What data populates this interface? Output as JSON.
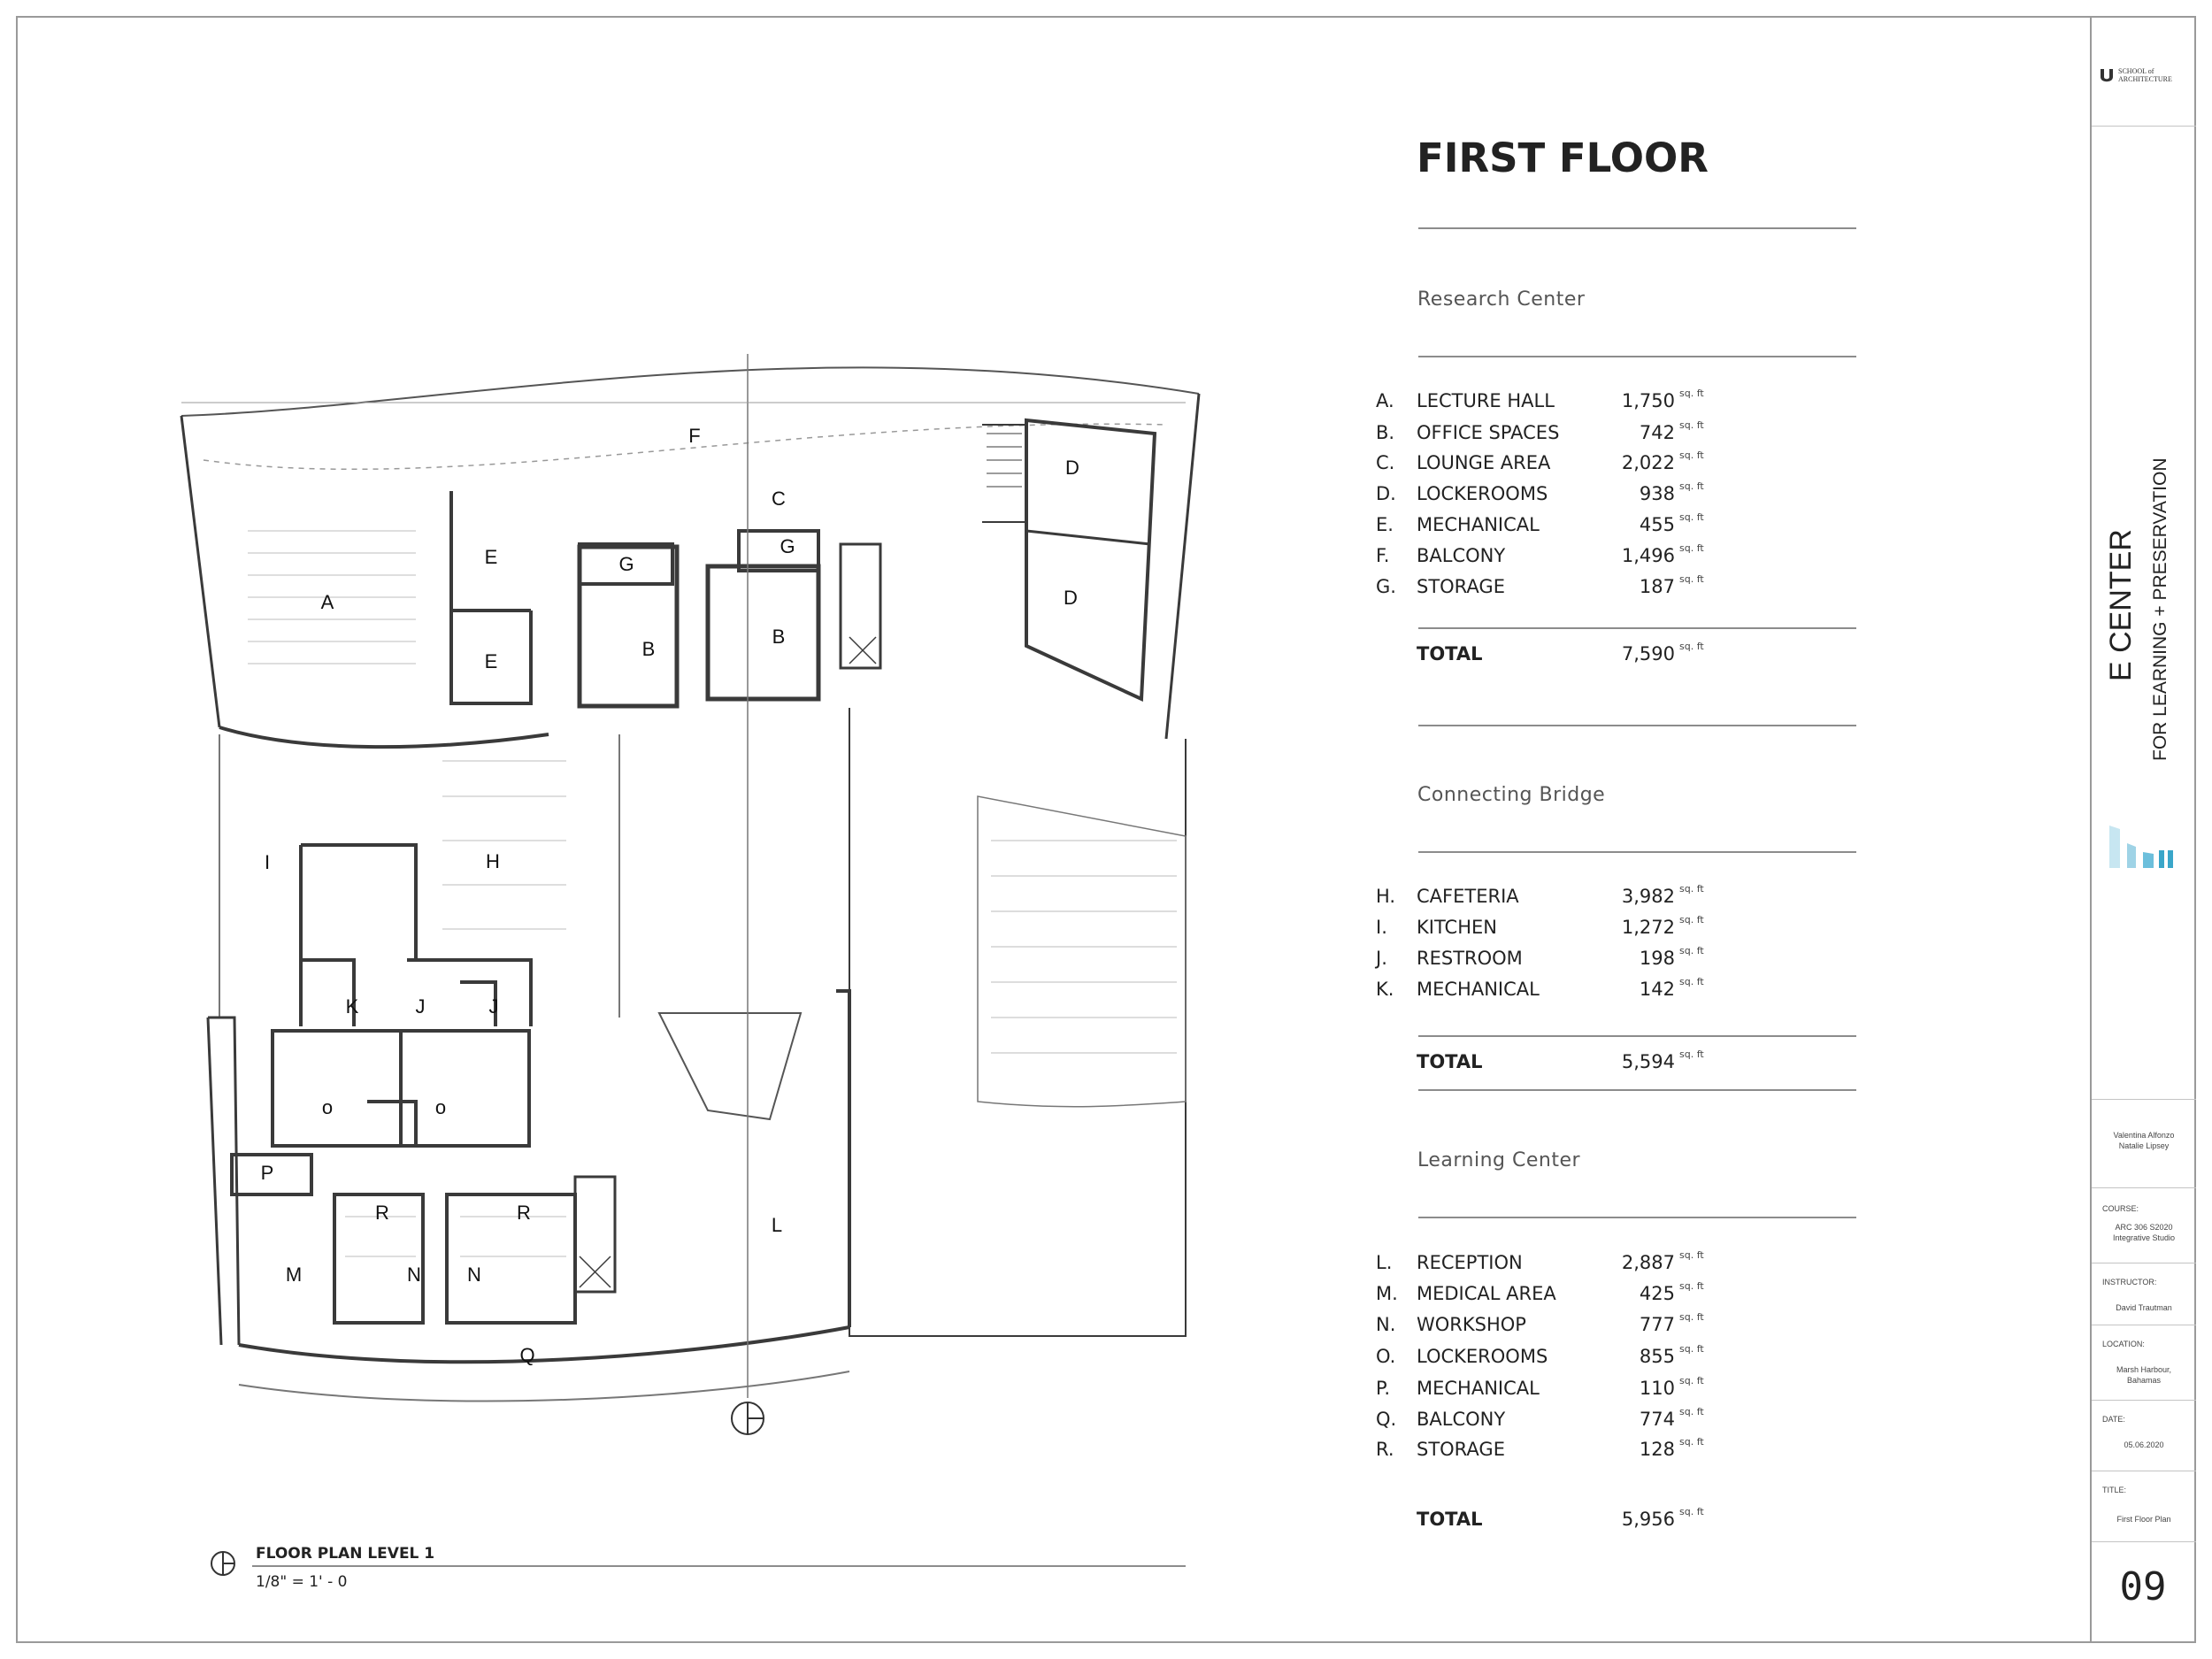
{
  "sheet": {
    "title": "FIRST FLOOR",
    "caption": {
      "title": "FLOOR PLAN  LEVEL 1",
      "scale": "1/8\" = 1' - 0"
    },
    "sheet_number": "09"
  },
  "plan_labels": [
    {
      "text": "A"
    },
    {
      "text": "E"
    },
    {
      "text": "E"
    },
    {
      "text": "F"
    },
    {
      "text": "C"
    },
    {
      "text": "G"
    },
    {
      "text": "G"
    },
    {
      "text": "B"
    },
    {
      "text": "B"
    },
    {
      "text": "D"
    },
    {
      "text": "D"
    },
    {
      "text": "I"
    },
    {
      "text": "H"
    },
    {
      "text": "K"
    },
    {
      "text": "J"
    },
    {
      "text": "J"
    },
    {
      "text": "o"
    },
    {
      "text": "o"
    },
    {
      "text": "P"
    },
    {
      "text": "R"
    },
    {
      "text": "R"
    },
    {
      "text": "M"
    },
    {
      "text": "N"
    },
    {
      "text": "N"
    },
    {
      "text": "L"
    },
    {
      "text": "Q"
    }
  ],
  "schedule": [
    {
      "heading": "Research Center",
      "rows": [
        {
          "letter": "A.",
          "name": "LECTURE HALL",
          "area": "1,750",
          "unit": "sq. ft"
        },
        {
          "letter": "B.",
          "name": "OFFICE SPACES",
          "area": "742",
          "unit": "sq. ft"
        },
        {
          "letter": "C.",
          "name": "LOUNGE AREA",
          "area": "2,022",
          "unit": "sq. ft"
        },
        {
          "letter": "D.",
          "name": "LOCKEROOMS",
          "area": "938",
          "unit": "sq. ft"
        },
        {
          "letter": "E.",
          "name": "MECHANICAL",
          "area": "455",
          "unit": "sq. ft"
        },
        {
          "letter": "F.",
          "name": "BALCONY",
          "area": "1,496",
          "unit": "sq. ft"
        },
        {
          "letter": "G.",
          "name": "STORAGE",
          "area": "187",
          "unit": "sq. ft"
        }
      ],
      "total": {
        "name": "TOTAL",
        "area": "7,590",
        "unit": "sq. ft"
      }
    },
    {
      "heading": "Connecting Bridge",
      "rows": [
        {
          "letter": "H.",
          "name": "CAFETERIA",
          "area": "3,982",
          "unit": "sq. ft"
        },
        {
          "letter": "I.",
          "name": "KITCHEN",
          "area": "1,272",
          "unit": "sq. ft"
        },
        {
          "letter": "J.",
          "name": "RESTROOM",
          "area": "198",
          "unit": "sq. ft"
        },
        {
          "letter": "K.",
          "name": "MECHANICAL",
          "area": "142",
          "unit": "sq. ft"
        }
      ],
      "total": {
        "name": "TOTAL",
        "area": "5,594",
        "unit": "sq. ft"
      }
    },
    {
      "heading": "Learning Center",
      "rows": [
        {
          "letter": "L.",
          "name": "RECEPTION",
          "area": "2,887",
          "unit": "sq. ft"
        },
        {
          "letter": "M.",
          "name": "MEDICAL AREA",
          "area": "425",
          "unit": "sq. ft"
        },
        {
          "letter": "N.",
          "name": "WORKSHOP",
          "area": "777",
          "unit": "sq. ft"
        },
        {
          "letter": "O.",
          "name": "LOCKEROOMS",
          "area": "855",
          "unit": "sq. ft"
        },
        {
          "letter": "P.",
          "name": "MECHANICAL",
          "area": "110",
          "unit": "sq. ft"
        },
        {
          "letter": "Q.",
          "name": "BALCONY",
          "area": "774",
          "unit": "sq. ft"
        },
        {
          "letter": "R.",
          "name": "STORAGE",
          "area": "128",
          "unit": "sq. ft"
        }
      ],
      "total": {
        "name": "TOTAL",
        "area": "5,956",
        "unit": "sq. ft"
      }
    }
  ],
  "title_block": {
    "school": "SCHOOL of ARCHITECTURE",
    "project_name": "E CENTER",
    "project_subtitle": "FOR LEARNING + PRESERVATION",
    "authors": "Valentina Alfonzo\nNatalie Lipsey",
    "course_label": "COURSE:",
    "course": "ARC 306 S2020\nIntegrative Studio",
    "instructor_label": "INSTRUCTOR:",
    "instructor": "David Trautman",
    "location_label": "LOCATION:",
    "location": "Marsh Harbour,\nBahamas",
    "date_label": "DATE:",
    "date": "05.06.2020",
    "title_label": "TITLE:",
    "title": "First Floor Plan"
  },
  "colors": {
    "accent": "#3aa6c9",
    "line": "#3a3a3a"
  }
}
